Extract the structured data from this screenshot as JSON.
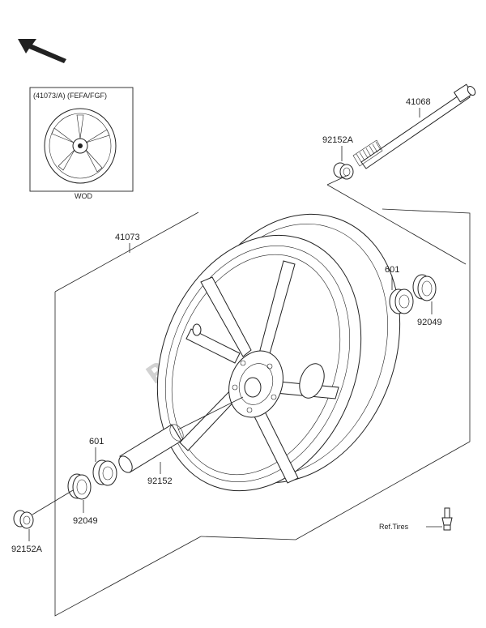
{
  "inset": {
    "header": "(41073/A) (FEFA/FGF)",
    "footer": "WOD"
  },
  "watermark": "PartsRepublik",
  "parts": {
    "axle": "41068",
    "collar_top": "92152A",
    "wheel_assy": "41073",
    "bearing_right": "601",
    "seal_right": "92049",
    "bearing_left": "601",
    "spacer": "92152",
    "seal_left": "92049",
    "collar_bottom": "92152A"
  },
  "ref_note": "Ref.Tires"
}
